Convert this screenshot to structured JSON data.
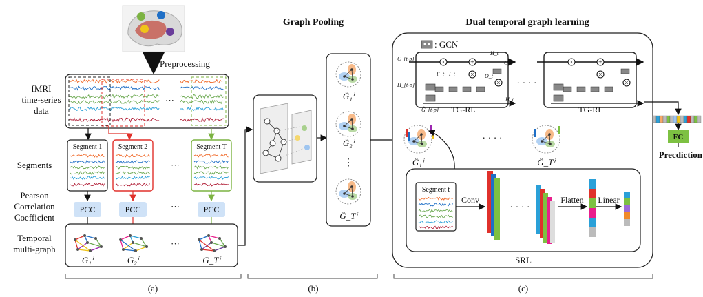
{
  "left": {
    "preprocessing": "Preprocessing",
    "fmri_line1": "fMRI",
    "fmri_line2": "time-series",
    "fmri_line3": "data",
    "segments_label": "Segments",
    "pearson_line1": "Pearson",
    "pearson_line2": "Correlation",
    "pearson_line3": "Coefficient",
    "temporal_line1": "Temporal",
    "temporal_line2": "multi-graph",
    "segment_titles": [
      "Segment 1",
      "Segment 2",
      "Segment T"
    ],
    "pcc_label": "PCC",
    "ellipsis": "···",
    "graph_labels": [
      "G₁ⁱ",
      "G₂ⁱ",
      "G_Tⁱ"
    ],
    "panel_letter": "(a)"
  },
  "pool": {
    "title": "Graph Pooling",
    "pooled_labels": [
      "Ĝ₁ⁱ",
      "Ĝ₂ⁱ",
      "Ĝ_Tⁱ"
    ],
    "vdots": "⋮",
    "panel_letter": "(b)"
  },
  "dual": {
    "title": "Dual temporal graph learning",
    "gcn_label": ": GCN",
    "tgrl_label": "TG-RL",
    "ellipsis": "· · · ·",
    "srl_label": "SRL",
    "segment_t": "Segment t",
    "conv": "Conv",
    "flatten": "Flatten",
    "linear": "Linear",
    "pooled_g1": "Ĝ₁ⁱ",
    "pooled_gt": "Ĝ_Tⁱ",
    "cell_labels": [
      "C_{t-p}",
      "H_{t-p}",
      "F_t",
      "I_t",
      "O_t",
      "H_t",
      "C_t",
      "Ĝ_{t-p}",
      "H_t"
    ],
    "panel_letter": "(c)"
  },
  "output": {
    "fc": "FC",
    "prediction": "Precdiction"
  },
  "colors": {
    "orange": "#f06a2a",
    "blue": "#1f6fc6",
    "green": "#6aa84f",
    "cyan": "#2aa0d8",
    "crimson": "#b2223a",
    "red_seg": "#e0312b",
    "green_seg": "#7cb342",
    "pcc_fill": "#cfe2f7",
    "fc_fill": "#7dc142"
  }
}
